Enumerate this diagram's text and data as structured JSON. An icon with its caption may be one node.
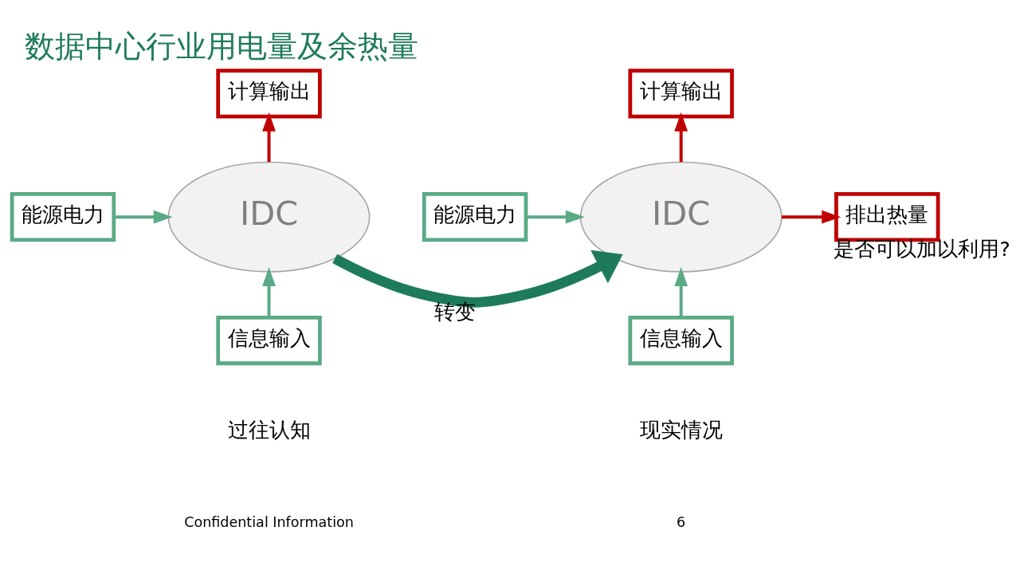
{
  "diagram": {
    "title": "数据中心行业用电量及余热量",
    "nodes": [
      {
        "text": [
          "IDC"
        ]
      },
      {
        "text": [
          "计算输出"
        ]
      },
      {
        "text": [
          "能源电力"
        ]
      },
      {
        "text": [
          "信息输入"
        ]
      },
      {
        "text": [
          "IDC"
        ]
      },
      {
        "text": [
          "计算输出"
        ]
      },
      {
        "text": [
          "能源电力"
        ]
      },
      {
        "text": [
          "排出热量"
        ],
        "beside": [
          "是否可以加以利用?"
        ]
      },
      {
        "text": [
          "信息输入"
        ]
      }
    ],
    "edges": [
      {
        "from": 0,
        "to": 1,
        "arrow": "to",
        "color": "#c00000"
      },
      {
        "from": 2,
        "to": 0,
        "arrow": "to"
      },
      {
        "from": 3,
        "to": 0,
        "arrow": "to"
      },
      {
        "from": 0,
        "to": 4,
        "arrow": "to",
        "label": "转变",
        "style": "thick",
        "color": "#1e7b5a"
      },
      {
        "from": 4,
        "to": 5,
        "arrow": "to",
        "color": "#c00000"
      },
      {
        "from": 6,
        "to": 4,
        "arrow": "to"
      },
      {
        "from": 4,
        "to": 7,
        "arrow": "to",
        "color": "#c00000"
      },
      {
        "from": 8,
        "to": 4,
        "arrow": "to"
      }
    ],
    "labels": [
      "过往认知",
      "现实情况",
      "Confidential Information",
      "6"
    ]
  }
}
